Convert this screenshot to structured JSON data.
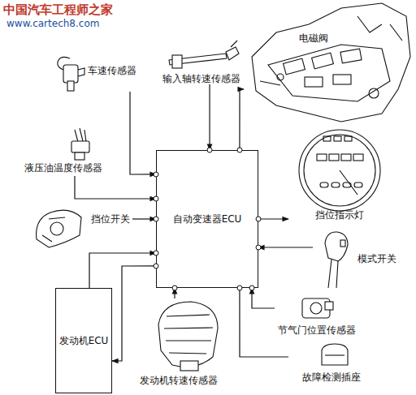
{
  "diagram": {
    "nodes": [
      {
        "text": [
          "车速传感器"
        ]
      },
      {
        "text": [
          "输入轴转速传感器"
        ]
      },
      {
        "text": [
          "电磁阀"
        ]
      },
      {
        "text": [
          "液压油温度传感器"
        ]
      },
      {
        "text": [
          "自动变速器ECU"
        ]
      },
      {
        "text": [
          "挡位开关"
        ]
      },
      {
        "text": [
          "挡位指示灯"
        ]
      },
      {
        "text": [
          "模式开关"
        ]
      },
      {
        "text": [
          "发动机ECU"
        ]
      },
      {
        "text": [
          "节气门位置传感器"
        ]
      },
      {
        "text": [
          "发动机转速传感器"
        ]
      },
      {
        "text": [
          "故障检测插座"
        ]
      }
    ],
    "edges": [
      {
        "from": 0,
        "to": 4,
        "arrow": "to"
      },
      {
        "from": 1,
        "to": 4,
        "arrow": "to"
      },
      {
        "from": 4,
        "to": 2,
        "arrow": "to"
      },
      {
        "from": 3,
        "to": 4,
        "arrow": "to"
      },
      {
        "from": 5,
        "to": 4,
        "arrow": "to"
      },
      {
        "from": 4,
        "to": 6,
        "arrow": "to"
      },
      {
        "from": 7,
        "to": 4,
        "arrow": "to"
      },
      {
        "from": 9,
        "to": 4,
        "arrow": "to"
      },
      {
        "from": 10,
        "to": 4,
        "arrow": "to"
      },
      {
        "from": 8,
        "to": 4,
        "arrow": "to"
      },
      {
        "from": 4,
        "to": 8,
        "arrow": "to"
      },
      {
        "from": 4,
        "to": 11,
        "arrow": "none"
      }
    ],
    "labels": [
      "中国汽车工程师之家",
      "www.cartech8.com"
    ]
  }
}
